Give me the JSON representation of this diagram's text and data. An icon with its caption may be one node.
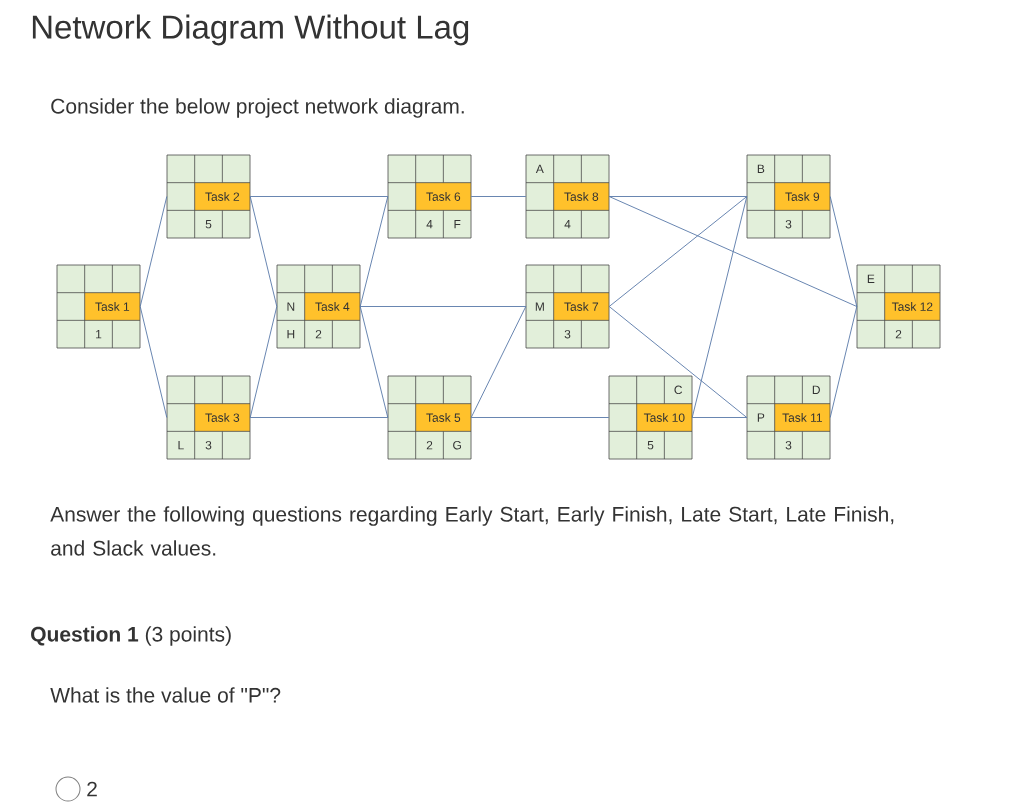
{
  "diagram": {
    "title": "Network Diagram Without Lag",
    "nodes": [
      {
        "text": [
          "Task 1",
          "1"
        ]
      },
      {
        "text": [
          "Task 2",
          "5"
        ]
      },
      {
        "text": [
          "Task 3",
          "L",
          "3"
        ]
      },
      {
        "text": [
          "N",
          "Task 4",
          "H",
          "2"
        ]
      },
      {
        "text": [
          "Task 6",
          "4",
          "F"
        ]
      },
      {
        "text": [
          "Task 5",
          "2",
          "G"
        ]
      },
      {
        "text": [
          "A",
          "Task 8",
          "4"
        ]
      },
      {
        "text": [
          "M",
          "Task 7",
          "3"
        ]
      },
      {
        "text": [
          "C",
          "Task 10",
          "5"
        ]
      },
      {
        "text": [
          "B",
          "Task 9",
          "3"
        ]
      },
      {
        "text": [
          "D",
          "P",
          "Task 11",
          "3"
        ]
      },
      {
        "text": [
          "E",
          "Task 12",
          "2"
        ]
      }
    ],
    "edges": [
      {
        "from": 0,
        "to": 1,
        "arrow": "none"
      },
      {
        "from": 0,
        "to": 2,
        "arrow": "none"
      },
      {
        "from": 1,
        "to": 4,
        "arrow": "none"
      },
      {
        "from": 1,
        "to": 3,
        "arrow": "none"
      },
      {
        "from": 2,
        "to": 3,
        "arrow": "none"
      },
      {
        "from": 2,
        "to": 5,
        "arrow": "none"
      },
      {
        "from": 3,
        "to": 4,
        "arrow": "none"
      },
      {
        "from": 3,
        "to": 7,
        "arrow": "none"
      },
      {
        "from": 3,
        "to": 5,
        "arrow": "none"
      },
      {
        "from": 4,
        "to": 6,
        "arrow": "none"
      },
      {
        "from": 5,
        "to": 7,
        "arrow": "none"
      },
      {
        "from": 5,
        "to": 8,
        "arrow": "none"
      },
      {
        "from": 6,
        "to": 9,
        "arrow": "none"
      },
      {
        "from": 6,
        "to": 11,
        "arrow": "none"
      },
      {
        "from": 7,
        "to": 9,
        "arrow": "none"
      },
      {
        "from": 7,
        "to": 10,
        "arrow": "none"
      },
      {
        "from": 8,
        "to": 9,
        "arrow": "none"
      },
      {
        "from": 8,
        "to": 10,
        "arrow": "none"
      },
      {
        "from": 9,
        "to": 11,
        "arrow": "none"
      },
      {
        "from": 10,
        "to": 11,
        "arrow": "none"
      }
    ],
    "labels": [
      "Consider the below project network diagram.",
      "Answer the following questions regarding Early Start, Early Finish, Late Start, Late Finish, and Slack values.",
      "**Question 1** (3 points)",
      "What is the value of \"P\"?",
      "2"
    ]
  }
}
